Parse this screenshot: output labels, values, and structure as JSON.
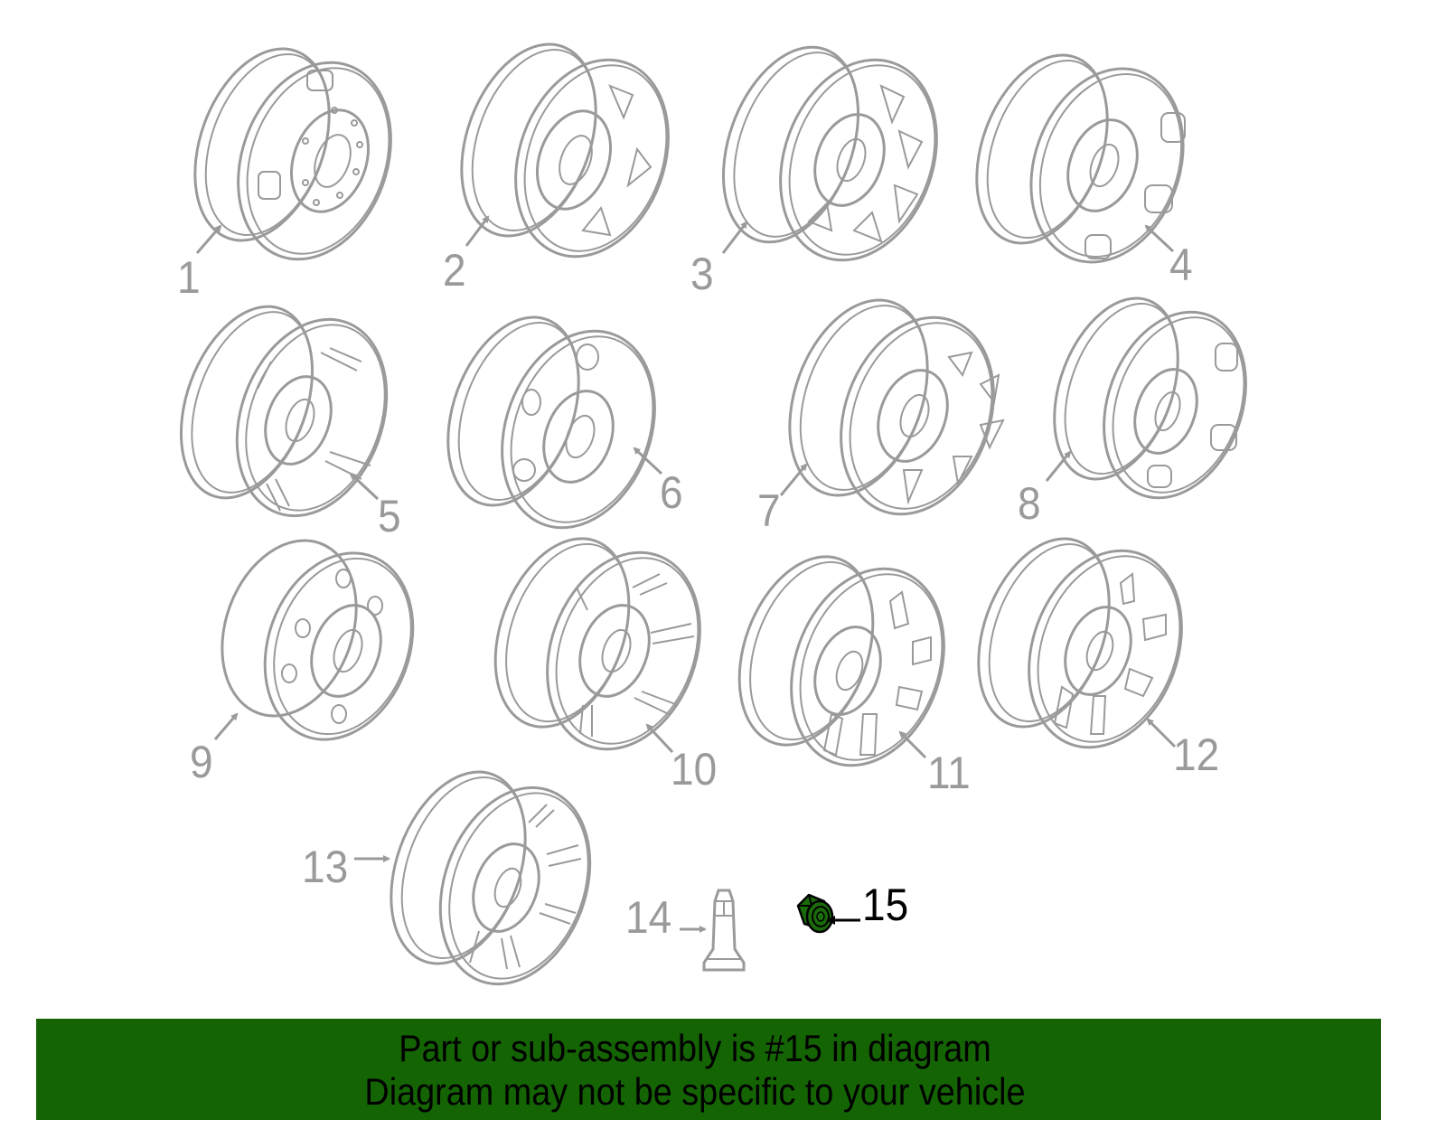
{
  "diagram": {
    "type": "exploded parts diagram",
    "subject": "wheels and wheel hardware",
    "line_color": "#9a9a9a",
    "highlight_color": "#1a6b0a",
    "callouts": [
      {
        "number": "1",
        "part": "wheel (steel, dual-rear style)"
      },
      {
        "number": "2",
        "part": "wheel (5-window steel)"
      },
      {
        "number": "3",
        "part": "wheel (10-window alloy)"
      },
      {
        "number": "4",
        "part": "wheel (5-window steel)"
      },
      {
        "number": "5",
        "part": "wheel (5-spoke alloy)"
      },
      {
        "number": "6",
        "part": "wheel (steel, round holes)"
      },
      {
        "number": "7",
        "part": "wheel (8-window alloy)"
      },
      {
        "number": "8",
        "part": "wheel (5-window steel)"
      },
      {
        "number": "9",
        "part": "wheel (steel, dual-rear style)"
      },
      {
        "number": "10",
        "part": "wheel (5 split-spoke alloy)"
      },
      {
        "number": "11",
        "part": "wheel (8-spoke alloy)"
      },
      {
        "number": "12",
        "part": "wheel (8-spoke alloy)"
      },
      {
        "number": "13",
        "part": "wheel (8-spoke alloy)"
      },
      {
        "number": "14",
        "part": "valve stem"
      },
      {
        "number": "15",
        "part": "lug nut",
        "highlighted": true
      }
    ]
  },
  "banner": {
    "line1": "Part or sub-assembly is #15 in diagram",
    "line2": "Diagram may not be specific to your vehicle",
    "background": "#146404",
    "text_color": "#000000"
  }
}
